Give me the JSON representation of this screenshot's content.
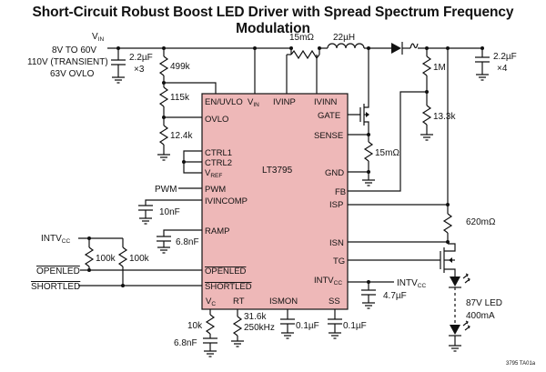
{
  "title": "Short-Circuit Robust Boost LED Driver with Spread Spectrum Frequency Modulation",
  "ic": {
    "name": "LT3795",
    "body_color": "#eeb8b8",
    "pins": {
      "en_uvlo": "EN/UVLO",
      "vin": "V",
      "vin_sub": "IN",
      "ivinp": "IVINP",
      "ivinn": "IVINN",
      "ovlo": "OVLO",
      "gate": "GATE",
      "sense": "SENSE",
      "ctrl1": "CTRL1",
      "ctrl2": "CTRL2",
      "vref": "V",
      "vref_sub": "REF",
      "gnd": "GND",
      "pwm": "PWM",
      "ivincomp": "IVINCOMP",
      "fb": "FB",
      "isp": "ISP",
      "ramp": "RAMP",
      "isn": "ISN",
      "tg": "TG",
      "openled": "OPENLED",
      "intvcc": "INTV",
      "intvcc_sub": "CC",
      "shortled": "SHORTLED",
      "vc": "V",
      "vc_sub": "C",
      "rt": "RT",
      "ismon": "ISMON",
      "ss": "SS"
    }
  },
  "input": {
    "vin": "V",
    "vin_sub": "IN",
    "range": "8V TO 60V",
    "transient": "110V (TRANSIENT)",
    "ovlo": "63V OVLO"
  },
  "components": {
    "c_in": "2.2µF",
    "c_in_mult": "×3",
    "r_top": "499k",
    "r_mid": "115k",
    "r_bot": "12.4k",
    "r_sense_in": "15mΩ",
    "inductor": "22µH",
    "c_out": "2.2µF",
    "c_out_mult": "×4",
    "r_fb_top": "1M",
    "r_fb_bot": "13.3k",
    "r_sense_fet": "15mΩ",
    "pwm_label": "PWM",
    "c_ivincomp": "10nF",
    "c_ramp": "6.8nF",
    "intvcc_left": "INTV",
    "intvcc_left_sub": "CC",
    "r_pullup1": "100k",
    "r_pullup2": "100k",
    "openled_net": "OPENLED",
    "shortled_net": "SHORTLED",
    "r_led_sense": "620mΩ",
    "intvcc_right": "INTV",
    "intvcc_right_sub": "CC",
    "c_intvcc": "4.7µF",
    "r_vc": "10k",
    "c_vc": "6.8nF",
    "r_rt": "31.6k",
    "f_rt": "250kHz",
    "c_ismon": "0.1µF",
    "c_ss": "0.1µF",
    "led_label": "87V LED",
    "led_current": "400mA",
    "figure_id": "3795 TA01a"
  }
}
